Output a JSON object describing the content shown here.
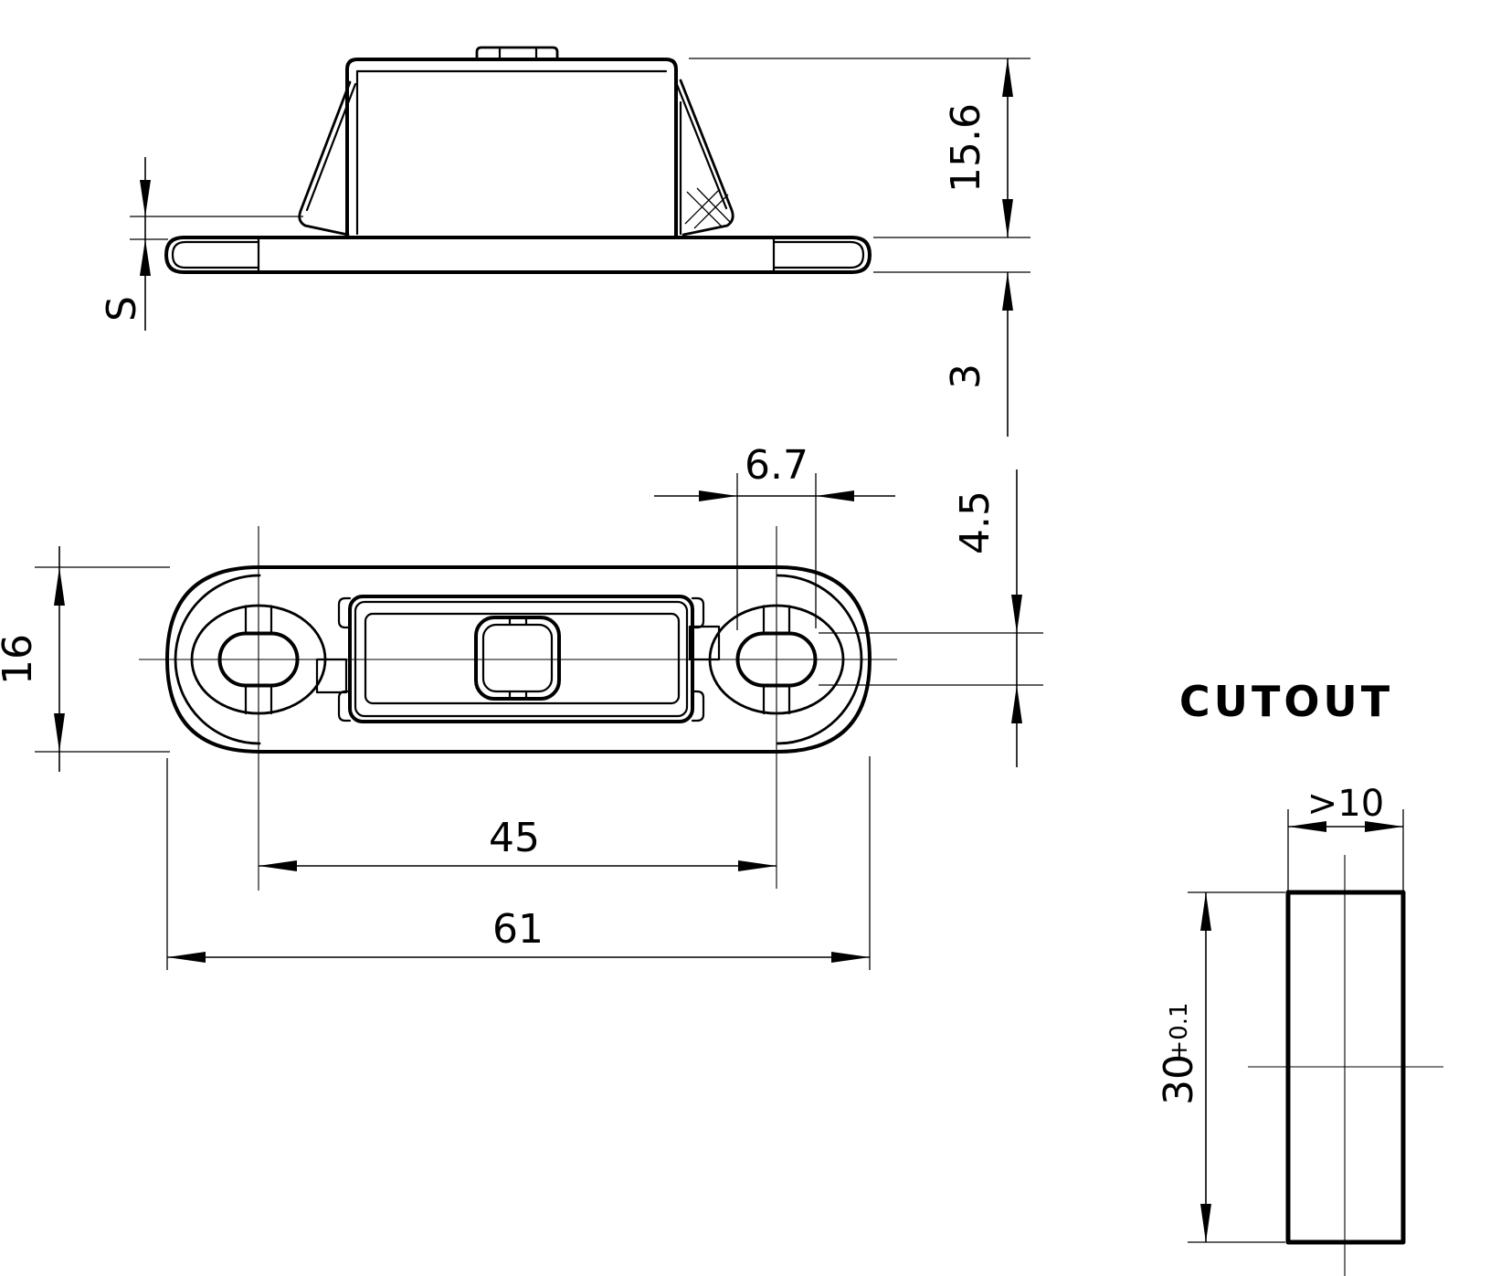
{
  "drawing": {
    "background_color": "#ffffff",
    "line_color": "#000000",
    "cutout_title": "CUTOUT",
    "side_view": {
      "body_height": "15.6",
      "plate_thickness": "3",
      "panel_thickness": "S"
    },
    "plan_view": {
      "hole_slot_length": "6.7",
      "hole_slot_width": "4.5",
      "plate_width": "16",
      "hole_spacing": "45",
      "plate_length": "61"
    },
    "cutout_view": {
      "min_width": ">10",
      "height": "30",
      "height_tolerance": "+0.1"
    }
  }
}
